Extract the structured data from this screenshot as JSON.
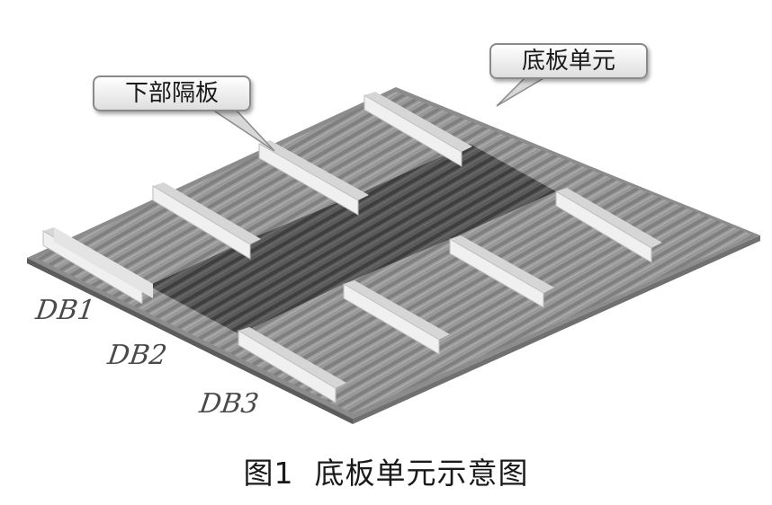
{
  "callouts": {
    "bottom_unit": "底板单元",
    "lower_diaphragm": "下部隔板"
  },
  "panel_labels": [
    "DB1",
    "DB2",
    "DB3"
  ],
  "caption": "图1  底板单元示意图",
  "colors": {
    "deck_light": "#9a9a9a",
    "deck_shadow": "#7e7e7e",
    "deck_dark": "#4e4e4e",
    "diaphragm": "#eeeeee",
    "callout_border": "#8a8a8a"
  }
}
